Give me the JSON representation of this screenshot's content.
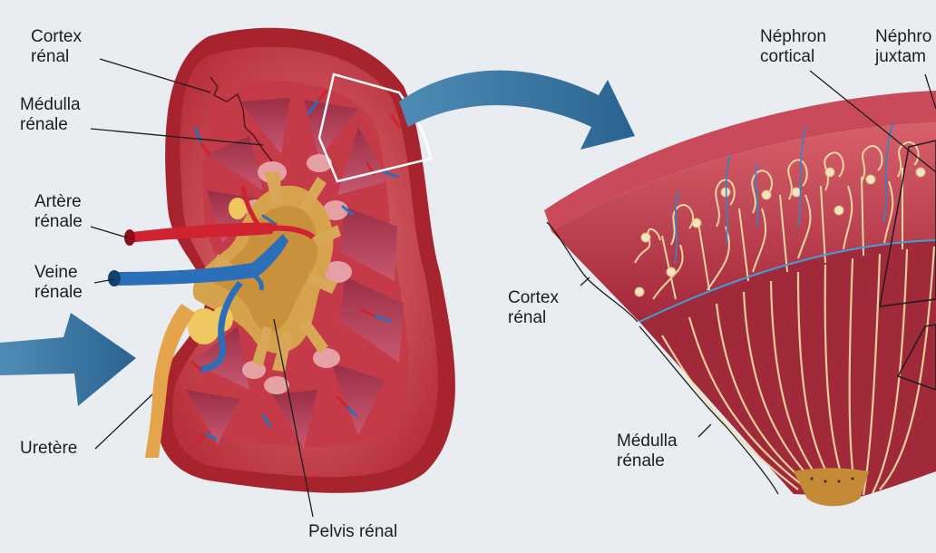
{
  "labels": {
    "cortex_renal_left": [
      "Cortex",
      "rénal"
    ],
    "medulla_renale_left": [
      "Médulla",
      "rénale"
    ],
    "artere_renale": [
      "Artère",
      "rénale"
    ],
    "veine_renale": [
      "Veine",
      "rénale"
    ],
    "uretere": "Uretère",
    "pelvis_renal": "Pelvis rénal",
    "nephron_cortical": [
      "Néphron",
      "cortical"
    ],
    "nephron_juxtamedullaire": [
      "Néphro",
      "juxtam"
    ],
    "cortex_renal_right": [
      "Cortex",
      "rénal"
    ],
    "medulla_renale_right": [
      "Médulla",
      "rénale"
    ]
  },
  "colors": {
    "background": "#e9edf1",
    "cortex": "#c94552",
    "kidney_outer": "#a7242f",
    "pyramid": "#b34055",
    "pelvis": "#d6a24c",
    "artery": "#cf2331",
    "vein": "#2a6fb8",
    "arrow": "#2f6e99",
    "nephron": "#f2dfa6"
  }
}
